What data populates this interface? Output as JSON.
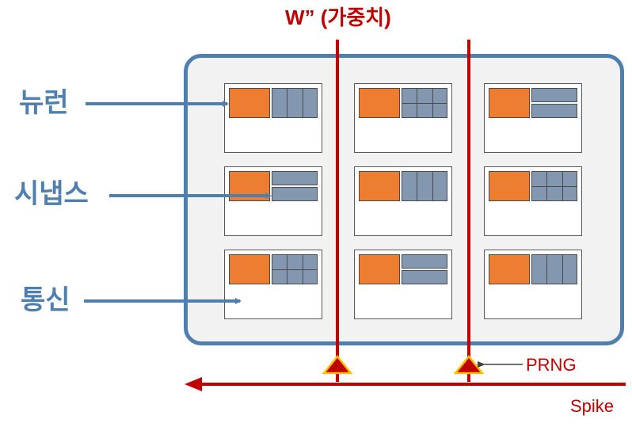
{
  "weights_label": "W” (가중치)",
  "labels": {
    "neuron": "뉴런",
    "synapse": "시냅스",
    "communication": "통신"
  },
  "prng_label": "PRNG",
  "spike_label": "Spike",
  "cores": [
    {
      "row": 0,
      "col": 0,
      "synapse_pattern": "cols3"
    },
    {
      "row": 0,
      "col": 1,
      "synapse_pattern": "grid2x3"
    },
    {
      "row": 0,
      "col": 2,
      "synapse_pattern": "rows2"
    },
    {
      "row": 1,
      "col": 0,
      "synapse_pattern": "rows2"
    },
    {
      "row": 1,
      "col": 1,
      "synapse_pattern": "cols3"
    },
    {
      "row": 1,
      "col": 2,
      "synapse_pattern": "grid2x3"
    },
    {
      "row": 2,
      "col": 0,
      "synapse_pattern": "grid2x3"
    },
    {
      "row": 2,
      "col": 1,
      "synapse_pattern": "rows2"
    },
    {
      "row": 2,
      "col": 2,
      "synapse_pattern": "cols3"
    }
  ],
  "colors": {
    "board_border": "#4f7fae",
    "neuron": "#ed7d31",
    "synapse": "#8497b0",
    "weight_line": "#c00000",
    "prng_triangle_fill": "#c00000",
    "prng_triangle_outline": "#ffc000"
  }
}
